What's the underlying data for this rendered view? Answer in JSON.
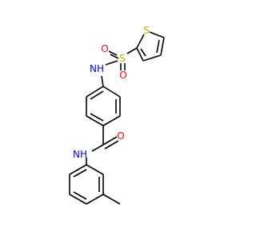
{
  "molecule": {
    "atoms": {
      "sulfur_thiophene": {
        "text": "S",
        "color": "#b8b800"
      },
      "sulfur_sulfonyl": {
        "text": "S",
        "color": "#b8b800"
      },
      "oxygen_sulfonyl_left": {
        "text": "O",
        "color": "#ff0000"
      },
      "oxygen_sulfonyl_bottom": {
        "text": "O",
        "color": "#ff0000"
      },
      "nh_sulfonamide": {
        "text": "NH",
        "color": "#0000ff"
      },
      "nh_amide": {
        "text": "NH",
        "color": "#0000ff"
      },
      "oxygen_carbonyl": {
        "text": "O",
        "color": "#ff0000"
      }
    },
    "colors": {
      "carbon_bond": "#000000",
      "sulfur": "#b8b800",
      "oxygen": "#ff0000",
      "nitrogen": "#0000ff"
    }
  }
}
